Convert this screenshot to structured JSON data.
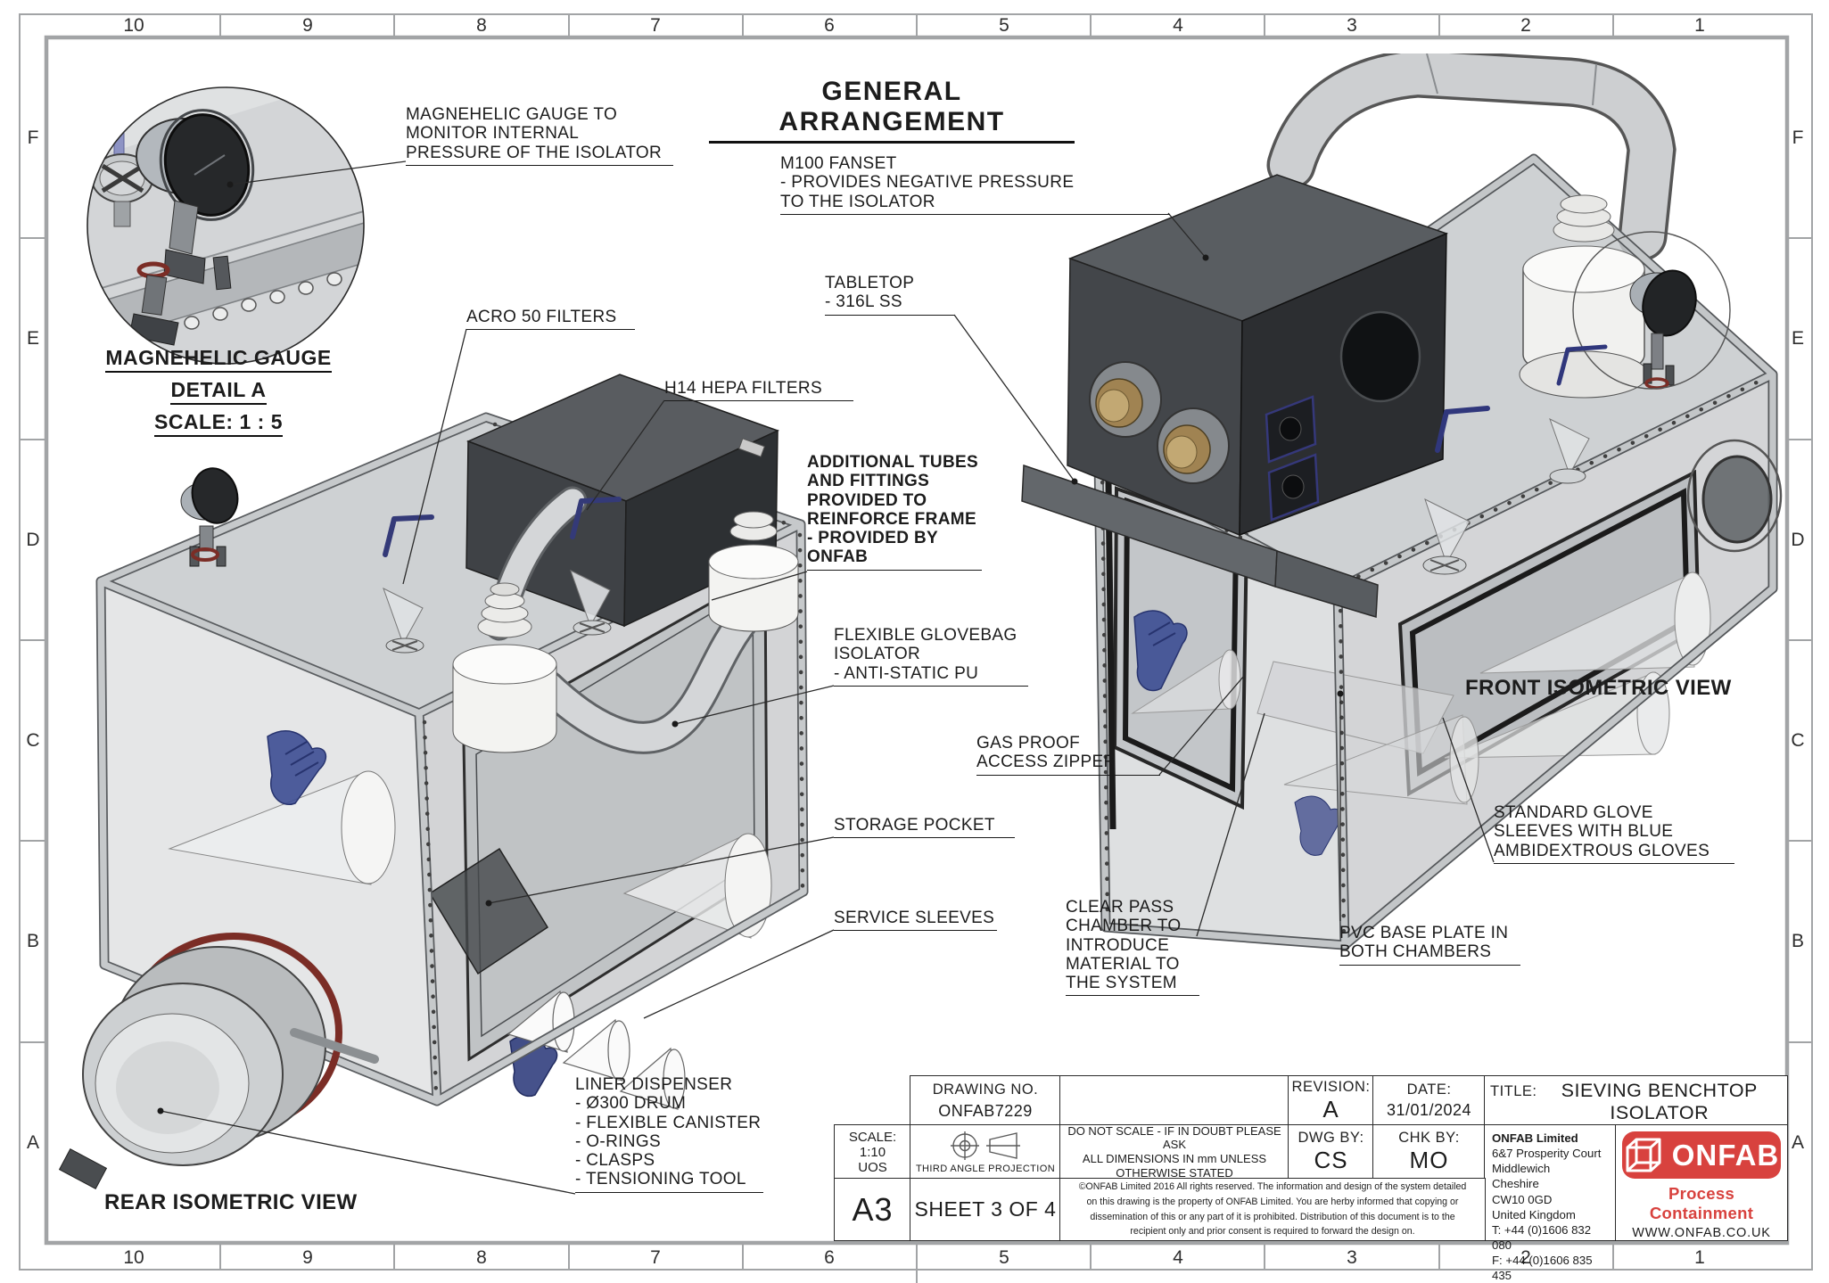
{
  "page_title": "GENERAL ARRANGEMENT",
  "border_grid": {
    "columns": [
      "10",
      "9",
      "8",
      "7",
      "6",
      "5",
      "4",
      "3",
      "2",
      "1"
    ],
    "rows": [
      "F",
      "E",
      "D",
      "C",
      "B",
      "A"
    ]
  },
  "detail_view": {
    "line1": "MAGNEHELIC GAUGE",
    "line2": "DETAIL A",
    "line3": "SCALE: 1 : 5"
  },
  "view_labels": {
    "front": "FRONT ISOMETRIC VIEW",
    "rear": "REAR ISOMETRIC VIEW"
  },
  "annotations": [
    {
      "id": "magnehelic-note",
      "text": "MAGNEHELIC GAUGE TO\nMONITOR INTERNAL\nPRESSURE OF THE ISOLATOR"
    },
    {
      "id": "acro-filters",
      "text": "ACRO 50 FILTERS"
    },
    {
      "id": "hepa-filters",
      "text": "H14 HEPA FILTERS"
    },
    {
      "id": "m100-fanset",
      "text": "M100 FANSET\n- PROVIDES NEGATIVE PRESSURE\nTO THE ISOLATOR"
    },
    {
      "id": "tabletop",
      "text": "TABLETOP\n- 316L SS"
    },
    {
      "id": "additional-tubes",
      "text": "ADDITIONAL TUBES\nAND FITTINGS\nPROVIDED TO\nREINFORCE FRAME\n- PROVIDED BY\nONFAB"
    },
    {
      "id": "flexible-glovebag",
      "text": "FLEXIBLE GLOVEBAG\nISOLATOR\n- ANTI-STATIC PU"
    },
    {
      "id": "gas-proof-zipper",
      "text": "GAS PROOF\nACCESS ZIPPER"
    },
    {
      "id": "storage-pocket",
      "text": "STORAGE POCKET"
    },
    {
      "id": "service-sleeves",
      "text": "SERVICE SLEEVES"
    },
    {
      "id": "clear-pass-chamber",
      "text": "CLEAR PASS\nCHAMBER TO\nINTRODUCE\nMATERIAL TO\nTHE SYSTEM"
    },
    {
      "id": "standard-gloves",
      "text": "STANDARD GLOVE\nSLEEVES WITH BLUE\nAMBIDEXTROUS GLOVES"
    },
    {
      "id": "pvc-base-plate",
      "text": "PVC BASE PLATE IN\nBOTH CHAMBERS"
    },
    {
      "id": "liner-dispenser",
      "text": "LINER DISPENSER\n- Ø300 DRUM\n- FLEXIBLE CANISTER\n- O-RINGS\n- CLASPS\n- TENSIONING TOOL"
    }
  ],
  "title_block": {
    "drawing_no_label": "DRAWING NO.",
    "drawing_no": "ONFAB7229",
    "revision_label": "REVISION:",
    "revision": "A",
    "date_label": "DATE:",
    "date": "31/01/2024",
    "title_label": "TITLE:",
    "title": "SIEVING BENCHTOP\nISOLATOR",
    "scale_label": "SCALE:",
    "scale_value": "1:10",
    "scale_uos": "UOS",
    "projection_caption": "THIRD ANGLE PROJECTION",
    "notes": "DO NOT SCALE - IF IN DOUBT PLEASE\nASK\nALL DIMENSIONS IN mm UNLESS\nOTHERWISE STATED",
    "dwg_by_label": "DWG BY:",
    "dwg_by": "CS",
    "chk_by_label": "CHK BY:",
    "chk_by": "MO",
    "sheet_size": "A3",
    "sheet": "SHEET 3 OF 4",
    "copyright": "©ONFAB Limited 2016 All rights reserved. The information and design of the system detailed on this drawing is the property of ONFAB Limited. You are herby informed that copying or dissemination of this or any part of it is prohibited. Distribution of this document is to the recipient only and prior consent is required to forward the design on.",
    "company_name": "ONFAB Limited",
    "company_address": "6&7 Prosperity Court\nMiddlewich\nCheshire\nCW10 0GD\nUnited Kingdom\nT: +44 (0)1606 832 080\nF: +44 (0)1606 835 435",
    "logo_word": "ONFAB",
    "logo_tagline": "Process Containment",
    "logo_website": "WWW.ONFAB.CO.UK",
    "brand_red": "#d8423e"
  }
}
